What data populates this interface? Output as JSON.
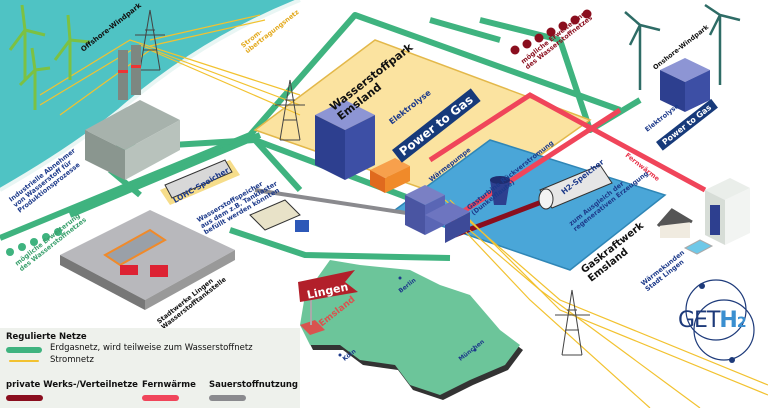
{
  "sites": {
    "wasserstoffpark": {
      "title": "Wasserstoffpark\nEmsland",
      "elektrolyse": "Elektrolyse",
      "power_to_gas": "Power to Gas",
      "waermepumpe": "Wärmepumpe"
    },
    "gaskraftwerk": {
      "title": "Gaskraftwerk\nEmsland",
      "gasturbine": "Gasturbine Rückverstromung\n(Dunkelflaute)",
      "h2_speicher": "H2-Speicher",
      "h2_note": "zum Ausgleich der\nregenerativen Erzeugung"
    },
    "offshore": {
      "label": "Offshore-Windpark"
    },
    "onshore": {
      "label": "Onshore-Windpark",
      "elektrolyse": "Elektrolyse",
      "power_to_gas": "Power to Gas"
    },
    "strom": {
      "label": "Strom-\nübertragungsnetz"
    },
    "industrie": {
      "label": "Industrielle Abnehmer\nvon Wasserstoff für\nProduktionsprozesse"
    },
    "erweiterung_links": {
      "label": "mögliche Erweiterung\ndes Wasserstoffnetzes"
    },
    "erweiterung_oben": {
      "label": "mögliche Erweiterung\ndes Wasserstoffnetzes"
    },
    "lohc": {
      "label": "LOHC-Speicher",
      "note": "Wasserstoffspeicher\naus dem z.B. Tanklaster\nbefüllt werden könnten"
    },
    "tankstelle": {
      "label": "Stadtwerke Lingen\nWasserstofftankstelle"
    },
    "fernwaerme": {
      "label": "Fernwärme"
    },
    "waermekunden": {
      "label": "Wärmekunden\nStadt Lingen"
    }
  },
  "map": {
    "flag": "Lingen",
    "region": "Emsland",
    "cities": [
      "Berlin",
      "Köln",
      "München"
    ]
  },
  "logo": {
    "text": "GET",
    "h": "H",
    "sub": "2"
  },
  "legend": {
    "regulated_title": "Regulierte Netze",
    "items": [
      {
        "label": "Erdgasnetz, wird teilweise zum Wasserstoffnetz",
        "color": "#3fb37f"
      },
      {
        "label": "Stromnetz",
        "color": "#f2c230"
      }
    ],
    "private_title": "private Werks-/Verteilnetze",
    "private_color": "#8a0e1e",
    "fernwaerme_title": "Fernwärme",
    "fernwaerme_color": "#f0455a",
    "sauerstoff_title": "Sauerstoffnutzung",
    "sauerstoff_color": "#8a8a8e"
  },
  "colors": {
    "sea": "#4fc3c4",
    "gas": "#3fb37f",
    "power": "#f2c230",
    "park": "#fbe3a0",
    "kraftwerk": "#4aa6d8",
    "navy": "#173a7a"
  }
}
